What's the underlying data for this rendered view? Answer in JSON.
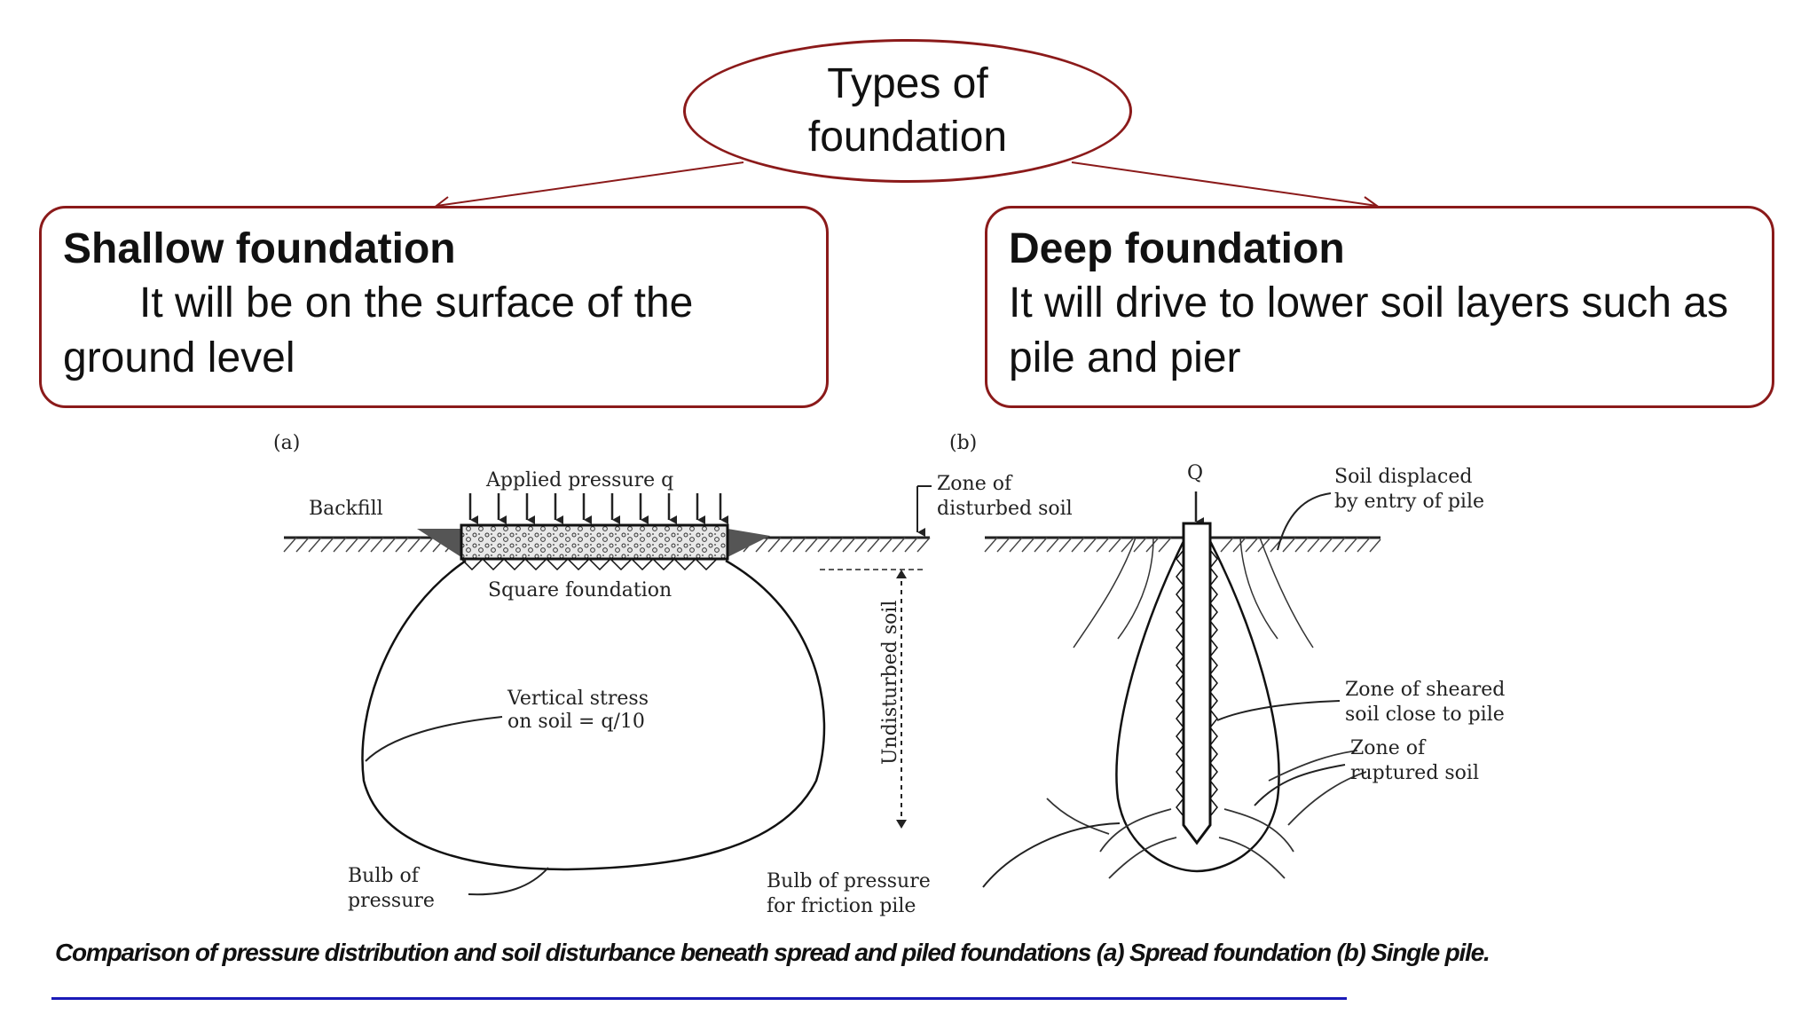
{
  "root": {
    "line1": "Types of",
    "line2": "foundation"
  },
  "shallow": {
    "title": "Shallow foundation",
    "desc": "It will be on the surface of the ground level"
  },
  "deep": {
    "title": "Deep foundation",
    "desc": "It will drive to lower soil layers such as pile and pier"
  },
  "figure": {
    "a": {
      "tag": "(a)",
      "applied": "Applied pressure q",
      "backfill": "Backfill",
      "square": "Square foundation",
      "vs1": "Vertical stress",
      "vs2": "on soil = q/10",
      "bulb1": "Bulb of",
      "bulb2": "pressure",
      "undisturbed": "Undisturbed soil"
    },
    "b": {
      "tag": "(b)",
      "q": "Q",
      "zd1": "Zone of",
      "zd2": "disturbed soil",
      "sd1": "Soil displaced",
      "sd2": "by entry of pile",
      "zs1": "Zone of sheared",
      "zs2": "soil close to pile",
      "zr1": "Zone of",
      "zr2": "ruptured soil",
      "bf1": "Bulb of pressure",
      "bf2": "for friction pile"
    }
  },
  "caption": "Comparison of pressure distribution and soil disturbance beneath spread and piled foundations (a) Spread foundation (b) Single pile.",
  "colors": {
    "border": "#8b1a1a",
    "rule": "#1a1ab8"
  }
}
